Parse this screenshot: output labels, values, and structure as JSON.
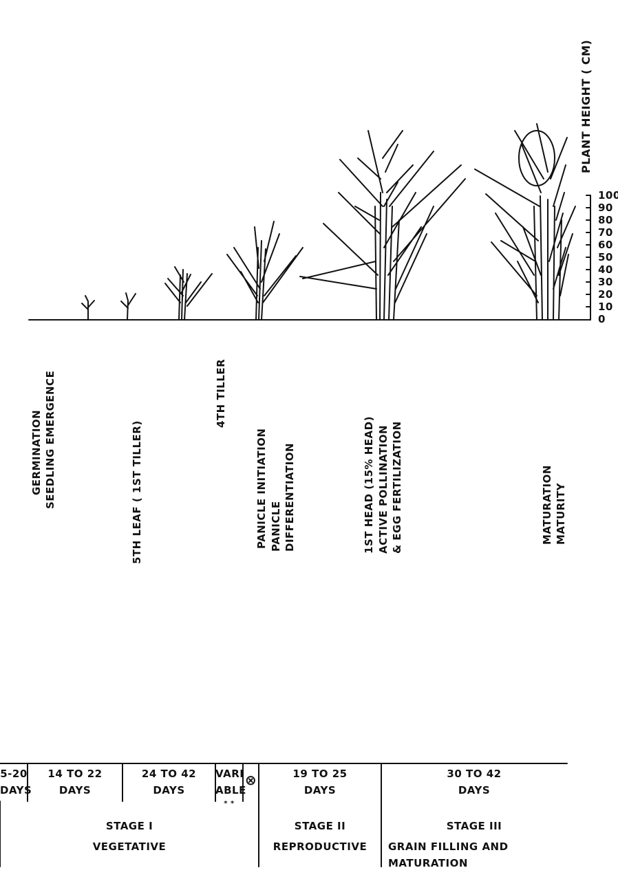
{
  "axis": {
    "label": "PLANT HEIGHT ( CM)",
    "ticks": [
      "100",
      "90",
      "80",
      "70",
      "60",
      "50",
      "40",
      "30",
      "20",
      "10",
      "0"
    ]
  },
  "stage_labels": [
    [
      "GERMINATION",
      "SEEDLING EMERGENCE"
    ],
    [
      "5TH LEAF ( 1ST TILLER)"
    ],
    [
      "4TH TILLER"
    ],
    [
      "PANICLE INITIATION"
    ],
    [
      "PANICLE",
      "DIFFERENTIATION"
    ],
    [
      "1ST HEAD (15% HEAD)",
      "ACTIVE POLLINATION",
      "& EGG FERTILIZATION"
    ],
    [
      "MATURATION",
      "MATURITY"
    ]
  ],
  "durations": [
    {
      "top": "5-20",
      "bottom": "DAYS"
    },
    {
      "top": "14 TO 22",
      "bottom": "DAYS"
    },
    {
      "top": "24 TO 42",
      "bottom": "DAYS"
    },
    {
      "top": "VARI",
      "bottom": "ABLE",
      "note": "* *"
    },
    {
      "symbol": "⊗"
    },
    {
      "top": "19 TO 25",
      "bottom": "DAYS"
    },
    {
      "top": "30 TO 42",
      "bottom": "DAYS"
    }
  ],
  "stages": [
    {
      "name": "STAGE I",
      "phase": "VEGETATIVE"
    },
    {
      "name": "STAGE II",
      "phase": "REPRODUCTIVE"
    },
    {
      "name": "STAGE III",
      "phase": "GRAIN FILLING AND",
      "phase2": "MATURATION"
    }
  ]
}
